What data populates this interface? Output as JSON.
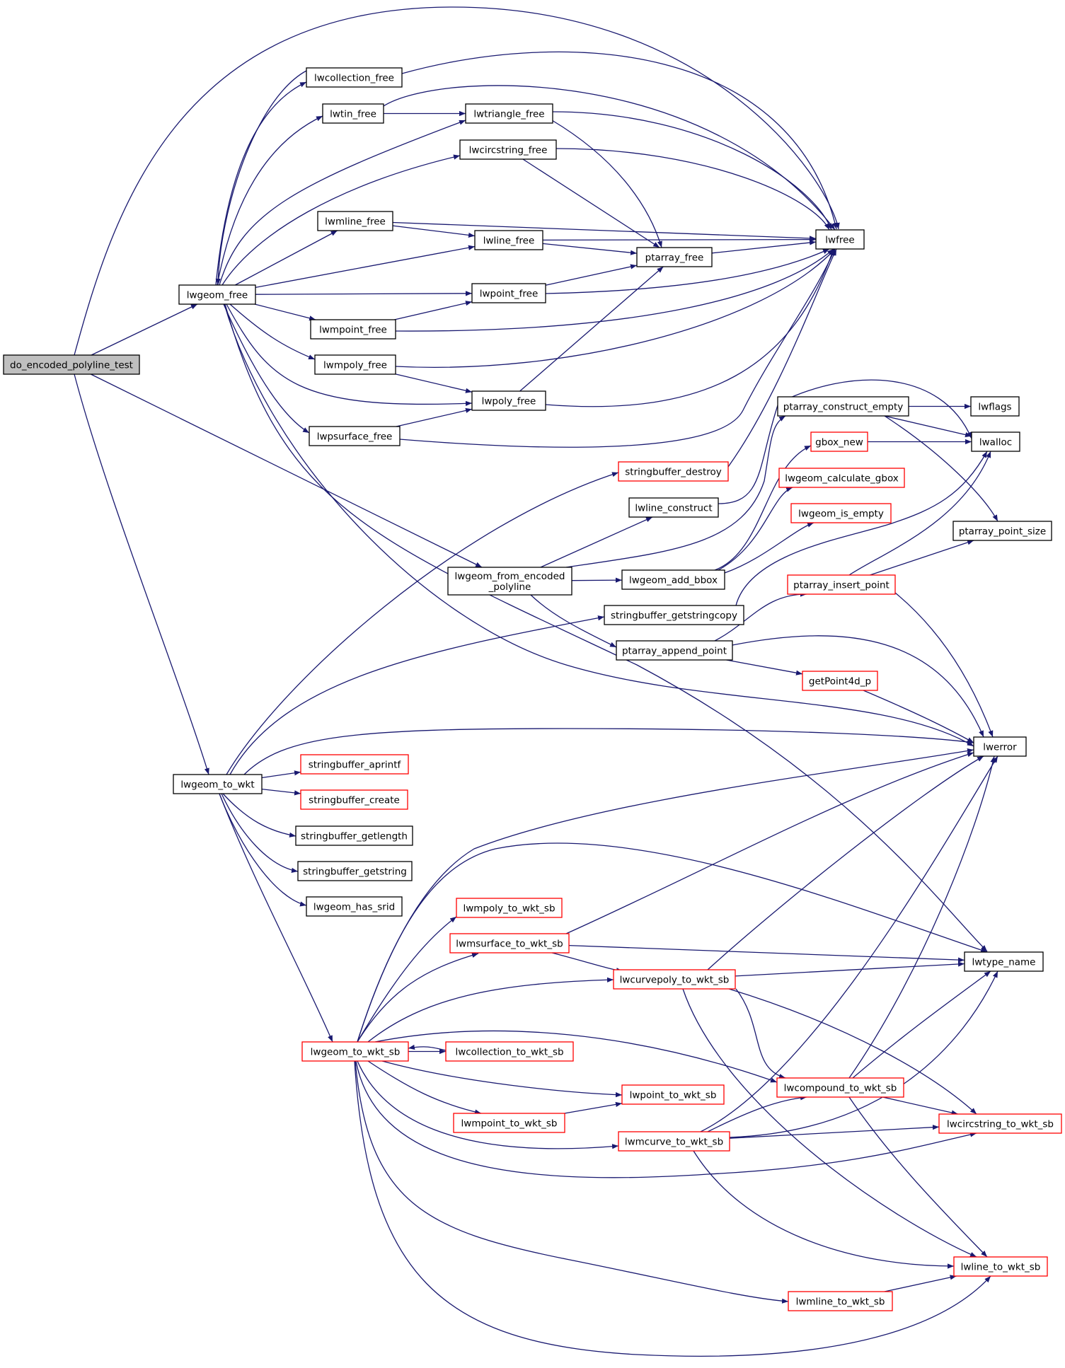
{
  "diagram": {
    "edge_color": "#191970",
    "nodes": [
      {
        "id": "root",
        "label": "do_encoded_polyline_test",
        "style": "root"
      },
      {
        "id": "lwgeom_free",
        "label": "lwgeom_free",
        "style": "black"
      },
      {
        "id": "lwcollection_free",
        "label": "lwcollection_free",
        "style": "black"
      },
      {
        "id": "lwtin_free",
        "label": "lwtin_free",
        "style": "black"
      },
      {
        "id": "lwtriangle_free",
        "label": "lwtriangle_free",
        "style": "black"
      },
      {
        "id": "lwcircstring_free",
        "label": "lwcircstring_free",
        "style": "black"
      },
      {
        "id": "lwmline_free",
        "label": "lwmline_free",
        "style": "black"
      },
      {
        "id": "lwline_free",
        "label": "lwline_free",
        "style": "black"
      },
      {
        "id": "lwfree",
        "label": "lwfree",
        "style": "black"
      },
      {
        "id": "ptarray_free",
        "label": "ptarray_free",
        "style": "black"
      },
      {
        "id": "lwpoint_free",
        "label": "lwpoint_free",
        "style": "black"
      },
      {
        "id": "lwmpoint_free",
        "label": "lwmpoint_free",
        "style": "black"
      },
      {
        "id": "lwmpoly_free",
        "label": "lwmpoly_free",
        "style": "black"
      },
      {
        "id": "lwpoly_free",
        "label": "lwpoly_free",
        "style": "black"
      },
      {
        "id": "lwpsurface_free",
        "label": "lwpsurface_free",
        "style": "black"
      },
      {
        "id": "ptarray_construct_empty",
        "label": "ptarray_construct_empty",
        "style": "black"
      },
      {
        "id": "lwflags",
        "label": "lwflags",
        "style": "black"
      },
      {
        "id": "lwalloc",
        "label": "lwalloc",
        "style": "black"
      },
      {
        "id": "gbox_new",
        "label": "gbox_new",
        "style": "red"
      },
      {
        "id": "stringbuffer_destroy",
        "label": "stringbuffer_destroy",
        "style": "red"
      },
      {
        "id": "lwgeom_calculate_gbox",
        "label": "lwgeom_calculate_gbox",
        "style": "red"
      },
      {
        "id": "lwline_construct",
        "label": "lwline_construct",
        "style": "black"
      },
      {
        "id": "lwgeom_is_empty",
        "label": "lwgeom_is_empty",
        "style": "red"
      },
      {
        "id": "ptarray_point_size",
        "label": "ptarray_point_size",
        "style": "black"
      },
      {
        "id": "lwgeom_from_encoded_polyline",
        "label": "lwgeom_from_encoded\n_polyline",
        "style": "black"
      },
      {
        "id": "lwgeom_add_bbox",
        "label": "lwgeom_add_bbox",
        "style": "black"
      },
      {
        "id": "ptarray_insert_point",
        "label": "ptarray_insert_point",
        "style": "red"
      },
      {
        "id": "stringbuffer_getstringcopy",
        "label": "stringbuffer_getstringcopy",
        "style": "black"
      },
      {
        "id": "ptarray_append_point",
        "label": "ptarray_append_point",
        "style": "black"
      },
      {
        "id": "getPoint4d_p",
        "label": "getPoint4d_p",
        "style": "red"
      },
      {
        "id": "lwerror",
        "label": "lwerror",
        "style": "black"
      },
      {
        "id": "lwgeom_to_wkt",
        "label": "lwgeom_to_wkt",
        "style": "black"
      },
      {
        "id": "stringbuffer_aprintf",
        "label": "stringbuffer_aprintf",
        "style": "red"
      },
      {
        "id": "stringbuffer_create",
        "label": "stringbuffer_create",
        "style": "red"
      },
      {
        "id": "stringbuffer_getlength",
        "label": "stringbuffer_getlength",
        "style": "black"
      },
      {
        "id": "stringbuffer_getstring",
        "label": "stringbuffer_getstring",
        "style": "black"
      },
      {
        "id": "lwgeom_has_srid",
        "label": "lwgeom_has_srid",
        "style": "black"
      },
      {
        "id": "lwmpoly_to_wkt_sb",
        "label": "lwmpoly_to_wkt_sb",
        "style": "red"
      },
      {
        "id": "lwmsurface_to_wkt_sb",
        "label": "lwmsurface_to_wkt_sb",
        "style": "red"
      },
      {
        "id": "lwtype_name",
        "label": "lwtype_name",
        "style": "black"
      },
      {
        "id": "lwcurvepoly_to_wkt_sb",
        "label": "lwcurvepoly_to_wkt_sb",
        "style": "red"
      },
      {
        "id": "lwgeom_to_wkt_sb",
        "label": "lwgeom_to_wkt_sb",
        "style": "red"
      },
      {
        "id": "lwcollection_to_wkt_sb",
        "label": "lwcollection_to_wkt_sb",
        "style": "red"
      },
      {
        "id": "lwcompound_to_wkt_sb",
        "label": "lwcompound_to_wkt_sb",
        "style": "red"
      },
      {
        "id": "lwpoint_to_wkt_sb",
        "label": "lwpoint_to_wkt_sb",
        "style": "red"
      },
      {
        "id": "lwmpoint_to_wkt_sb",
        "label": "lwmpoint_to_wkt_sb",
        "style": "red"
      },
      {
        "id": "lwcircstring_to_wkt_sb",
        "label": "lwcircstring_to_wkt_sb",
        "style": "red"
      },
      {
        "id": "lwmcurve_to_wkt_sb",
        "label": "lwmcurve_to_wkt_sb",
        "style": "red"
      },
      {
        "id": "lwline_to_wkt_sb",
        "label": "lwline_to_wkt_sb",
        "style": "red"
      },
      {
        "id": "lwmline_to_wkt_sb",
        "label": "lwmline_to_wkt_sb",
        "style": "red"
      }
    ],
    "edges": [
      [
        "root",
        "lwgeom_free"
      ],
      [
        "root",
        "lwfree"
      ],
      [
        "root",
        "lwgeom_from_encoded_polyline"
      ],
      [
        "root",
        "lwgeom_to_wkt"
      ],
      [
        "lwgeom_free",
        "lwcollection_free"
      ],
      [
        "lwgeom_free",
        "lwtin_free"
      ],
      [
        "lwgeom_free",
        "lwtriangle_free"
      ],
      [
        "lwgeom_free",
        "lwcircstring_free"
      ],
      [
        "lwgeom_free",
        "lwmline_free"
      ],
      [
        "lwgeom_free",
        "lwline_free"
      ],
      [
        "lwgeom_free",
        "lwpoint_free"
      ],
      [
        "lwgeom_free",
        "lwmpoint_free"
      ],
      [
        "lwgeom_free",
        "lwmpoly_free"
      ],
      [
        "lwgeom_free",
        "lwpoly_free"
      ],
      [
        "lwgeom_free",
        "lwpsurface_free"
      ],
      [
        "lwgeom_free",
        "lwerror"
      ],
      [
        "lwgeom_free",
        "lwtype_name"
      ],
      [
        "lwcollection_free",
        "lwfree"
      ],
      [
        "lwcollection_free",
        "lwgeom_free"
      ],
      [
        "lwtin_free",
        "lwtriangle_free"
      ],
      [
        "lwtin_free",
        "lwfree"
      ],
      [
        "lwtriangle_free",
        "lwfree"
      ],
      [
        "lwtriangle_free",
        "ptarray_free"
      ],
      [
        "lwcircstring_free",
        "lwfree"
      ],
      [
        "lwcircstring_free",
        "ptarray_free"
      ],
      [
        "lwmline_free",
        "lwline_free"
      ],
      [
        "lwmline_free",
        "lwfree"
      ],
      [
        "lwline_free",
        "lwfree"
      ],
      [
        "lwline_free",
        "ptarray_free"
      ],
      [
        "ptarray_free",
        "lwfree"
      ],
      [
        "lwpoint_free",
        "ptarray_free"
      ],
      [
        "lwpoint_free",
        "lwfree"
      ],
      [
        "lwmpoint_free",
        "lwpoint_free"
      ],
      [
        "lwmpoint_free",
        "lwfree"
      ],
      [
        "lwmpoly_free",
        "lwpoly_free"
      ],
      [
        "lwmpoly_free",
        "lwfree"
      ],
      [
        "lwpoly_free",
        "ptarray_free"
      ],
      [
        "lwpoly_free",
        "lwfree"
      ],
      [
        "lwpsurface_free",
        "lwpoly_free"
      ],
      [
        "lwpsurface_free",
        "lwfree"
      ],
      [
        "ptarray_construct_empty",
        "lwflags"
      ],
      [
        "ptarray_construct_empty",
        "lwalloc"
      ],
      [
        "ptarray_construct_empty",
        "ptarray_point_size"
      ],
      [
        "gbox_new",
        "lwalloc"
      ],
      [
        "stringbuffer_destroy",
        "lwfree"
      ],
      [
        "lwline_construct",
        "lwalloc"
      ],
      [
        "lwgeom_from_encoded_polyline",
        "lwline_construct"
      ],
      [
        "lwgeom_from_encoded_polyline",
        "ptarray_construct_empty"
      ],
      [
        "lwgeom_from_encoded_polyline",
        "lwgeom_add_bbox"
      ],
      [
        "lwgeom_from_encoded_polyline",
        "ptarray_append_point"
      ],
      [
        "lwgeom_add_bbox",
        "gbox_new"
      ],
      [
        "lwgeom_add_bbox",
        "lwgeom_calculate_gbox"
      ],
      [
        "lwgeom_add_bbox",
        "lwgeom_is_empty"
      ],
      [
        "ptarray_insert_point",
        "lwalloc"
      ],
      [
        "ptarray_insert_point",
        "ptarray_point_size"
      ],
      [
        "ptarray_insert_point",
        "lwerror"
      ],
      [
        "stringbuffer_getstringcopy",
        "lwalloc"
      ],
      [
        "ptarray_append_point",
        "ptarray_insert_point"
      ],
      [
        "ptarray_append_point",
        "getPoint4d_p"
      ],
      [
        "ptarray_append_point",
        "lwerror"
      ],
      [
        "getPoint4d_p",
        "lwerror"
      ],
      [
        "lwgeom_to_wkt",
        "stringbuffer_destroy"
      ],
      [
        "lwgeom_to_wkt",
        "stringbuffer_getstringcopy"
      ],
      [
        "lwgeom_to_wkt",
        "lwerror"
      ],
      [
        "lwgeom_to_wkt",
        "stringbuffer_aprintf"
      ],
      [
        "lwgeom_to_wkt",
        "stringbuffer_create"
      ],
      [
        "lwgeom_to_wkt",
        "stringbuffer_getlength"
      ],
      [
        "lwgeom_to_wkt",
        "stringbuffer_getstring"
      ],
      [
        "lwgeom_to_wkt",
        "lwgeom_has_srid"
      ],
      [
        "lwgeom_to_wkt",
        "lwgeom_to_wkt_sb"
      ],
      [
        "lwgeom_to_wkt_sb",
        "lwerror"
      ],
      [
        "lwgeom_to_wkt_sb",
        "lwtype_name"
      ],
      [
        "lwgeom_to_wkt_sb",
        "lwmpoly_to_wkt_sb"
      ],
      [
        "lwgeom_to_wkt_sb",
        "lwmsurface_to_wkt_sb"
      ],
      [
        "lwgeom_to_wkt_sb",
        "lwcurvepoly_to_wkt_sb"
      ],
      [
        "lwgeom_to_wkt_sb",
        "lwcollection_to_wkt_sb"
      ],
      [
        "lwgeom_to_wkt_sb",
        "lwcompound_to_wkt_sb"
      ],
      [
        "lwgeom_to_wkt_sb",
        "lwpoint_to_wkt_sb"
      ],
      [
        "lwgeom_to_wkt_sb",
        "lwmpoint_to_wkt_sb"
      ],
      [
        "lwgeom_to_wkt_sb",
        "lwmcurve_to_wkt_sb"
      ],
      [
        "lwgeom_to_wkt_sb",
        "lwcircstring_to_wkt_sb"
      ],
      [
        "lwgeom_to_wkt_sb",
        "lwmline_to_wkt_sb"
      ],
      [
        "lwgeom_to_wkt_sb",
        "lwline_to_wkt_sb"
      ],
      [
        "lwcollection_to_wkt_sb",
        "lwgeom_to_wkt_sb"
      ],
      [
        "lwmsurface_to_wkt_sb",
        "lwerror"
      ],
      [
        "lwmsurface_to_wkt_sb",
        "lwtype_name"
      ],
      [
        "lwmsurface_to_wkt_sb",
        "lwcurvepoly_to_wkt_sb"
      ],
      [
        "lwcurvepoly_to_wkt_sb",
        "lwerror"
      ],
      [
        "lwcurvepoly_to_wkt_sb",
        "lwtype_name"
      ],
      [
        "lwcurvepoly_to_wkt_sb",
        "lwcompound_to_wkt_sb"
      ],
      [
        "lwcurvepoly_to_wkt_sb",
        "lwcircstring_to_wkt_sb"
      ],
      [
        "lwcurvepoly_to_wkt_sb",
        "lwline_to_wkt_sb"
      ],
      [
        "lwcompound_to_wkt_sb",
        "lwerror"
      ],
      [
        "lwcompound_to_wkt_sb",
        "lwtype_name"
      ],
      [
        "lwcompound_to_wkt_sb",
        "lwcircstring_to_wkt_sb"
      ],
      [
        "lwcompound_to_wkt_sb",
        "lwline_to_wkt_sb"
      ],
      [
        "lwmpoint_to_wkt_sb",
        "lwpoint_to_wkt_sb"
      ],
      [
        "lwmcurve_to_wkt_sb",
        "lwerror"
      ],
      [
        "lwmcurve_to_wkt_sb",
        "lwtype_name"
      ],
      [
        "lwmcurve_to_wkt_sb",
        "lwcompound_to_wkt_sb"
      ],
      [
        "lwmcurve_to_wkt_sb",
        "lwcircstring_to_wkt_sb"
      ],
      [
        "lwmcurve_to_wkt_sb",
        "lwline_to_wkt_sb"
      ],
      [
        "lwmline_to_wkt_sb",
        "lwline_to_wkt_sb"
      ]
    ]
  }
}
